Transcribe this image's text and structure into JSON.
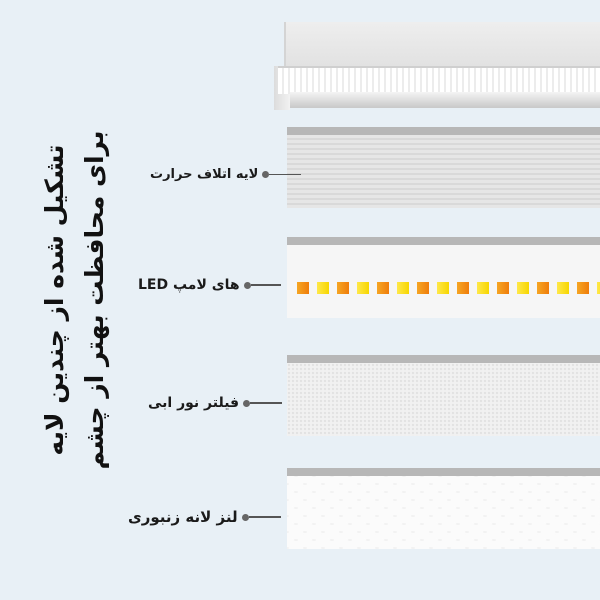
{
  "heading": {
    "line1": "تشکیل شده از چندین لایه",
    "line2": "برای محافظت بهتر از چشم"
  },
  "layers": [
    {
      "name": "heat-dissipation",
      "label": "لایه اتلاف حرارت"
    },
    {
      "name": "led",
      "label": "LED های لامپ"
    },
    {
      "name": "blue-light-filter",
      "label": "فیلتر نور ابی"
    },
    {
      "name": "honeycomb-lens",
      "label": "لنز لانه زنبوری"
    }
  ],
  "colors": {
    "background": "#e8f0f6",
    "led_orange": "#ef7d0a",
    "led_yellow": "#f7d600",
    "layer_bar": "#b7b7b7"
  }
}
